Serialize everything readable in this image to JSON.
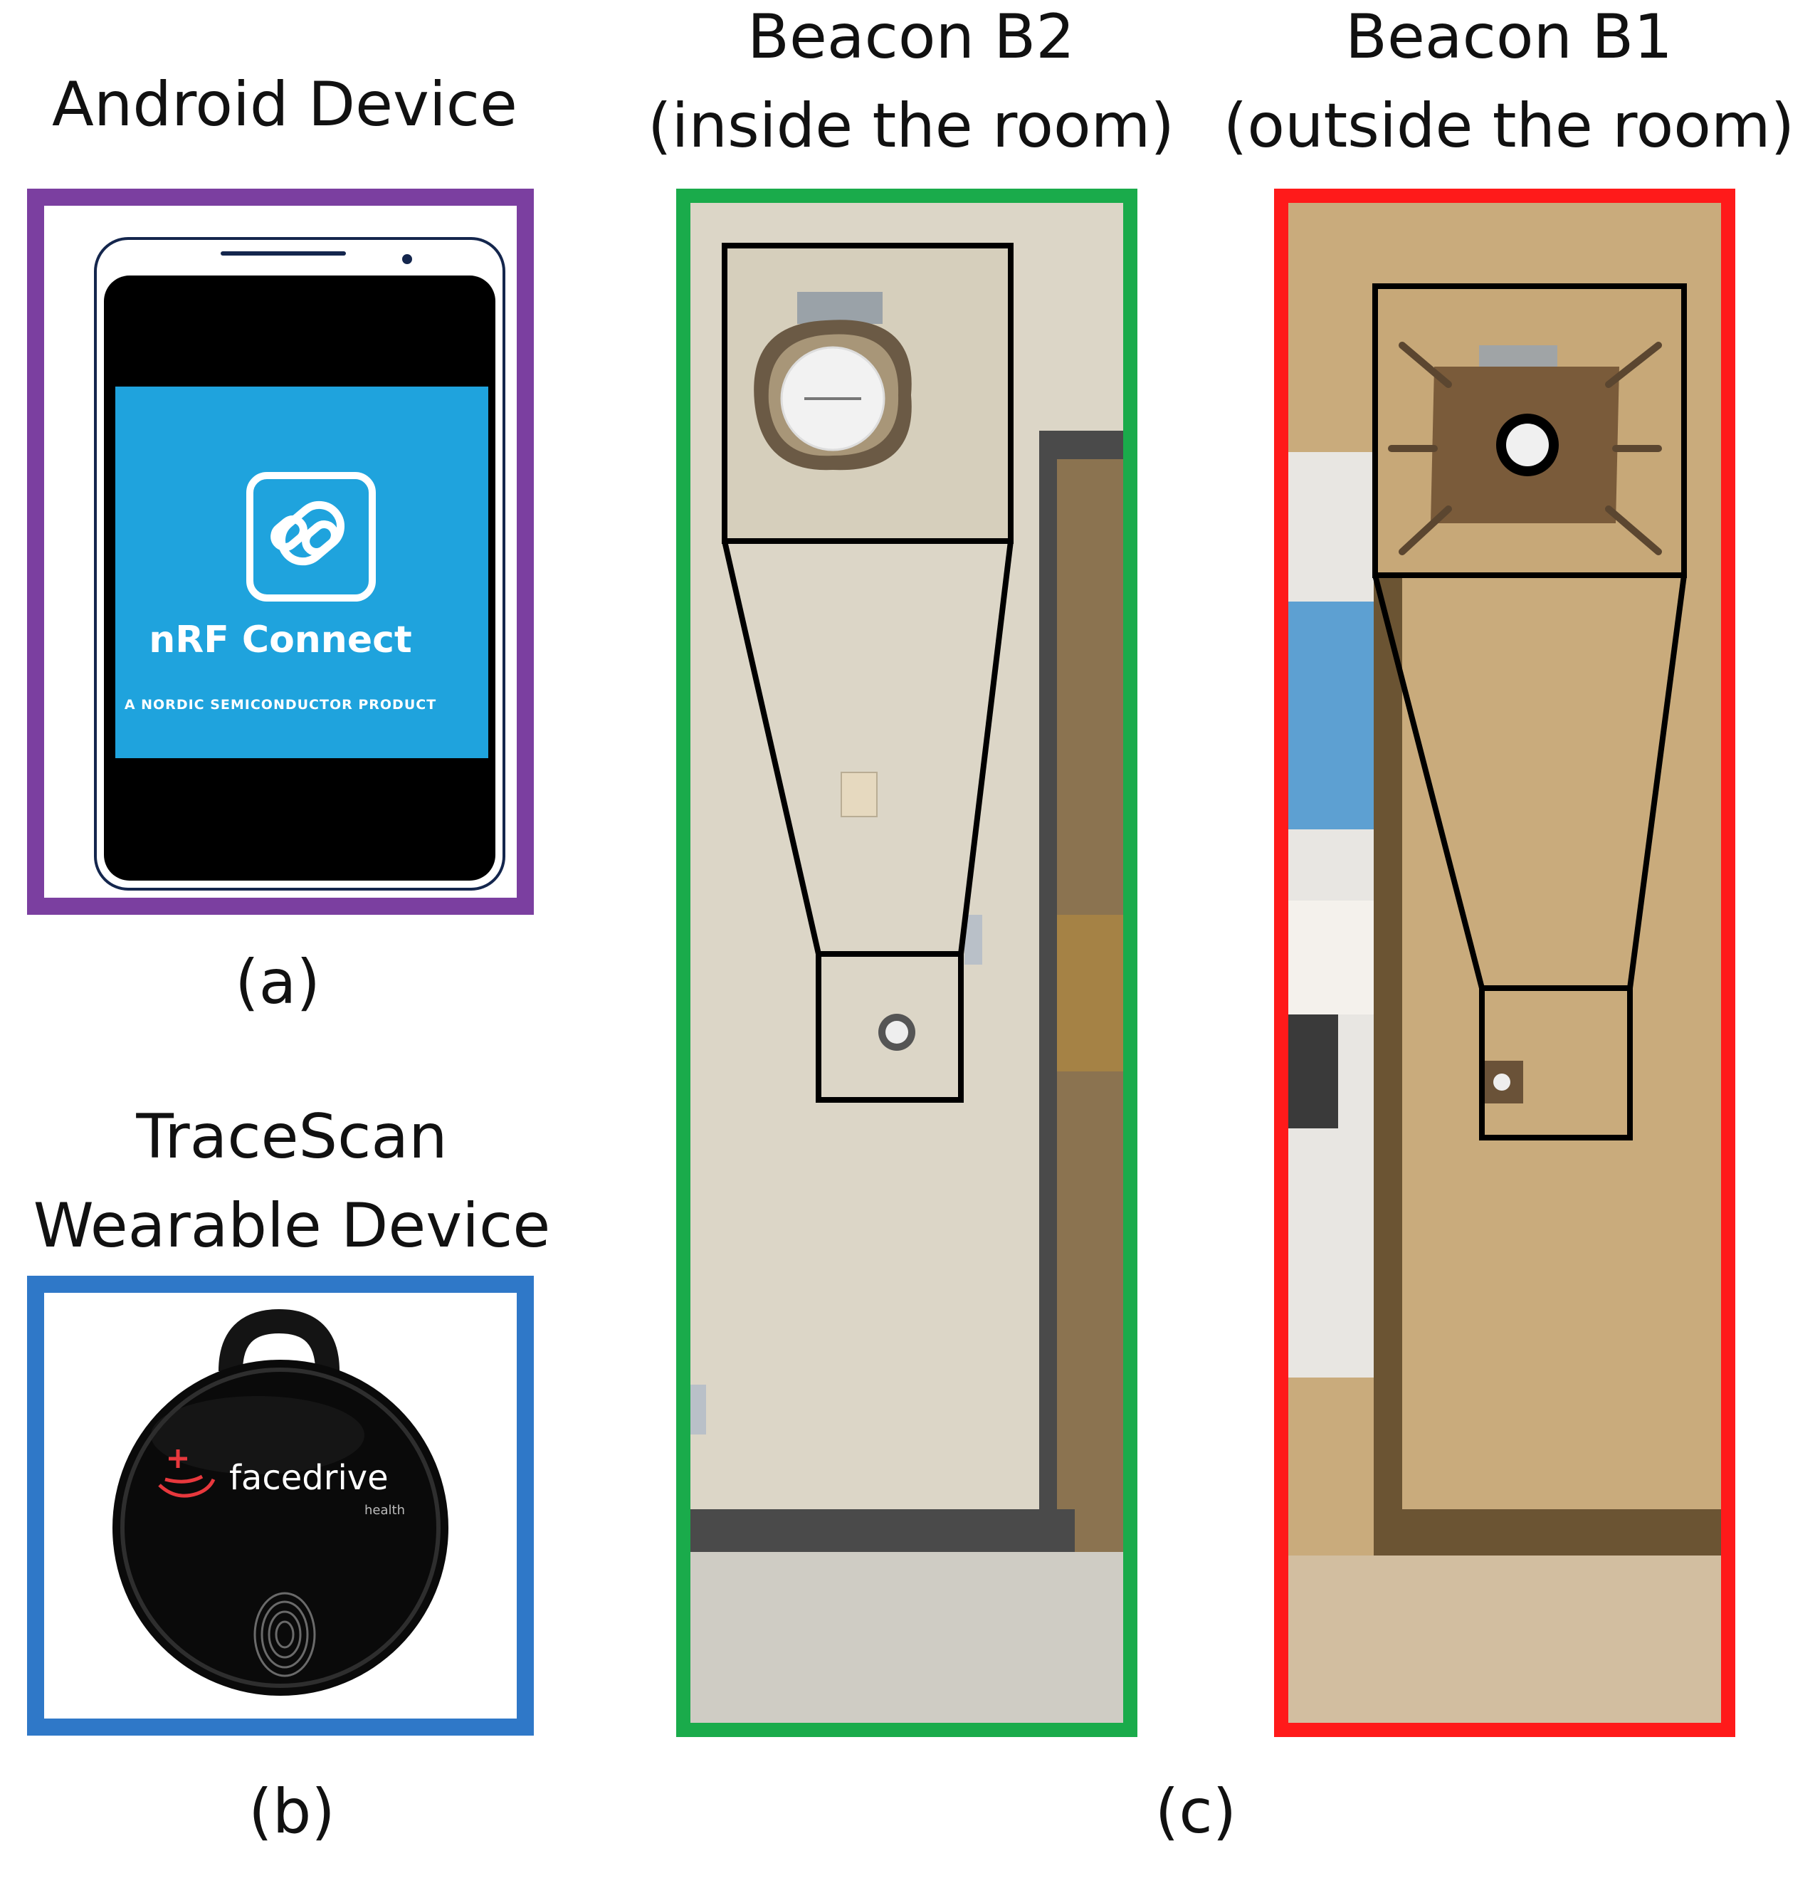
{
  "panel_a": {
    "title": "Android Device",
    "app_name": "nRF Connect",
    "app_tagline": "A NORDIC SEMICONDUCTOR PRODUCT",
    "caption": "(a)",
    "frame_color": "#7b3fa0",
    "screen_color": "#1fa3dd"
  },
  "panel_b": {
    "title_line1": "TraceScan",
    "title_line2": "Wearable Device",
    "brand": "facedrive",
    "brand_sub": "health",
    "caption": "(b)",
    "frame_color": "#2f78c8"
  },
  "panel_c": {
    "caption": "(c)",
    "beacon_b2": {
      "title_line1": "Beacon B2",
      "title_line2": "(inside the room)",
      "frame_color": "#1aab4b"
    },
    "beacon_b1": {
      "title_line1": "Beacon B1",
      "title_line2": "(outside the room)",
      "frame_color": "#ff1a1a"
    }
  }
}
